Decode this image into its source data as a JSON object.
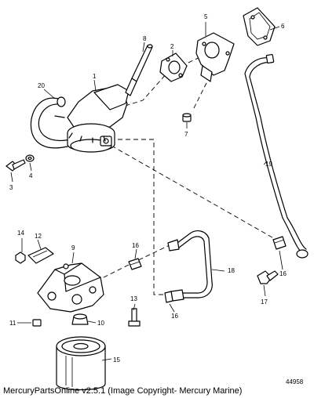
{
  "diagram": {
    "callouts": {
      "c1": "1",
      "c2": "2",
      "c3": "3",
      "c4": "4",
      "c5": "5",
      "c6": "6",
      "c7": "7",
      "c8": "8",
      "c9": "9",
      "c10": "10",
      "c11": "11",
      "c12": "12",
      "c13": "13",
      "c14": "14",
      "c15": "15",
      "c16a": "16",
      "c16b": "16",
      "c16c": "16",
      "c17": "17",
      "c18": "18",
      "c19": "19",
      "c20": "20"
    },
    "figure_number": "44958",
    "caption": "MercuryPartsOnline v2.5.1 (Image Copyright- Mercury Marine)"
  }
}
